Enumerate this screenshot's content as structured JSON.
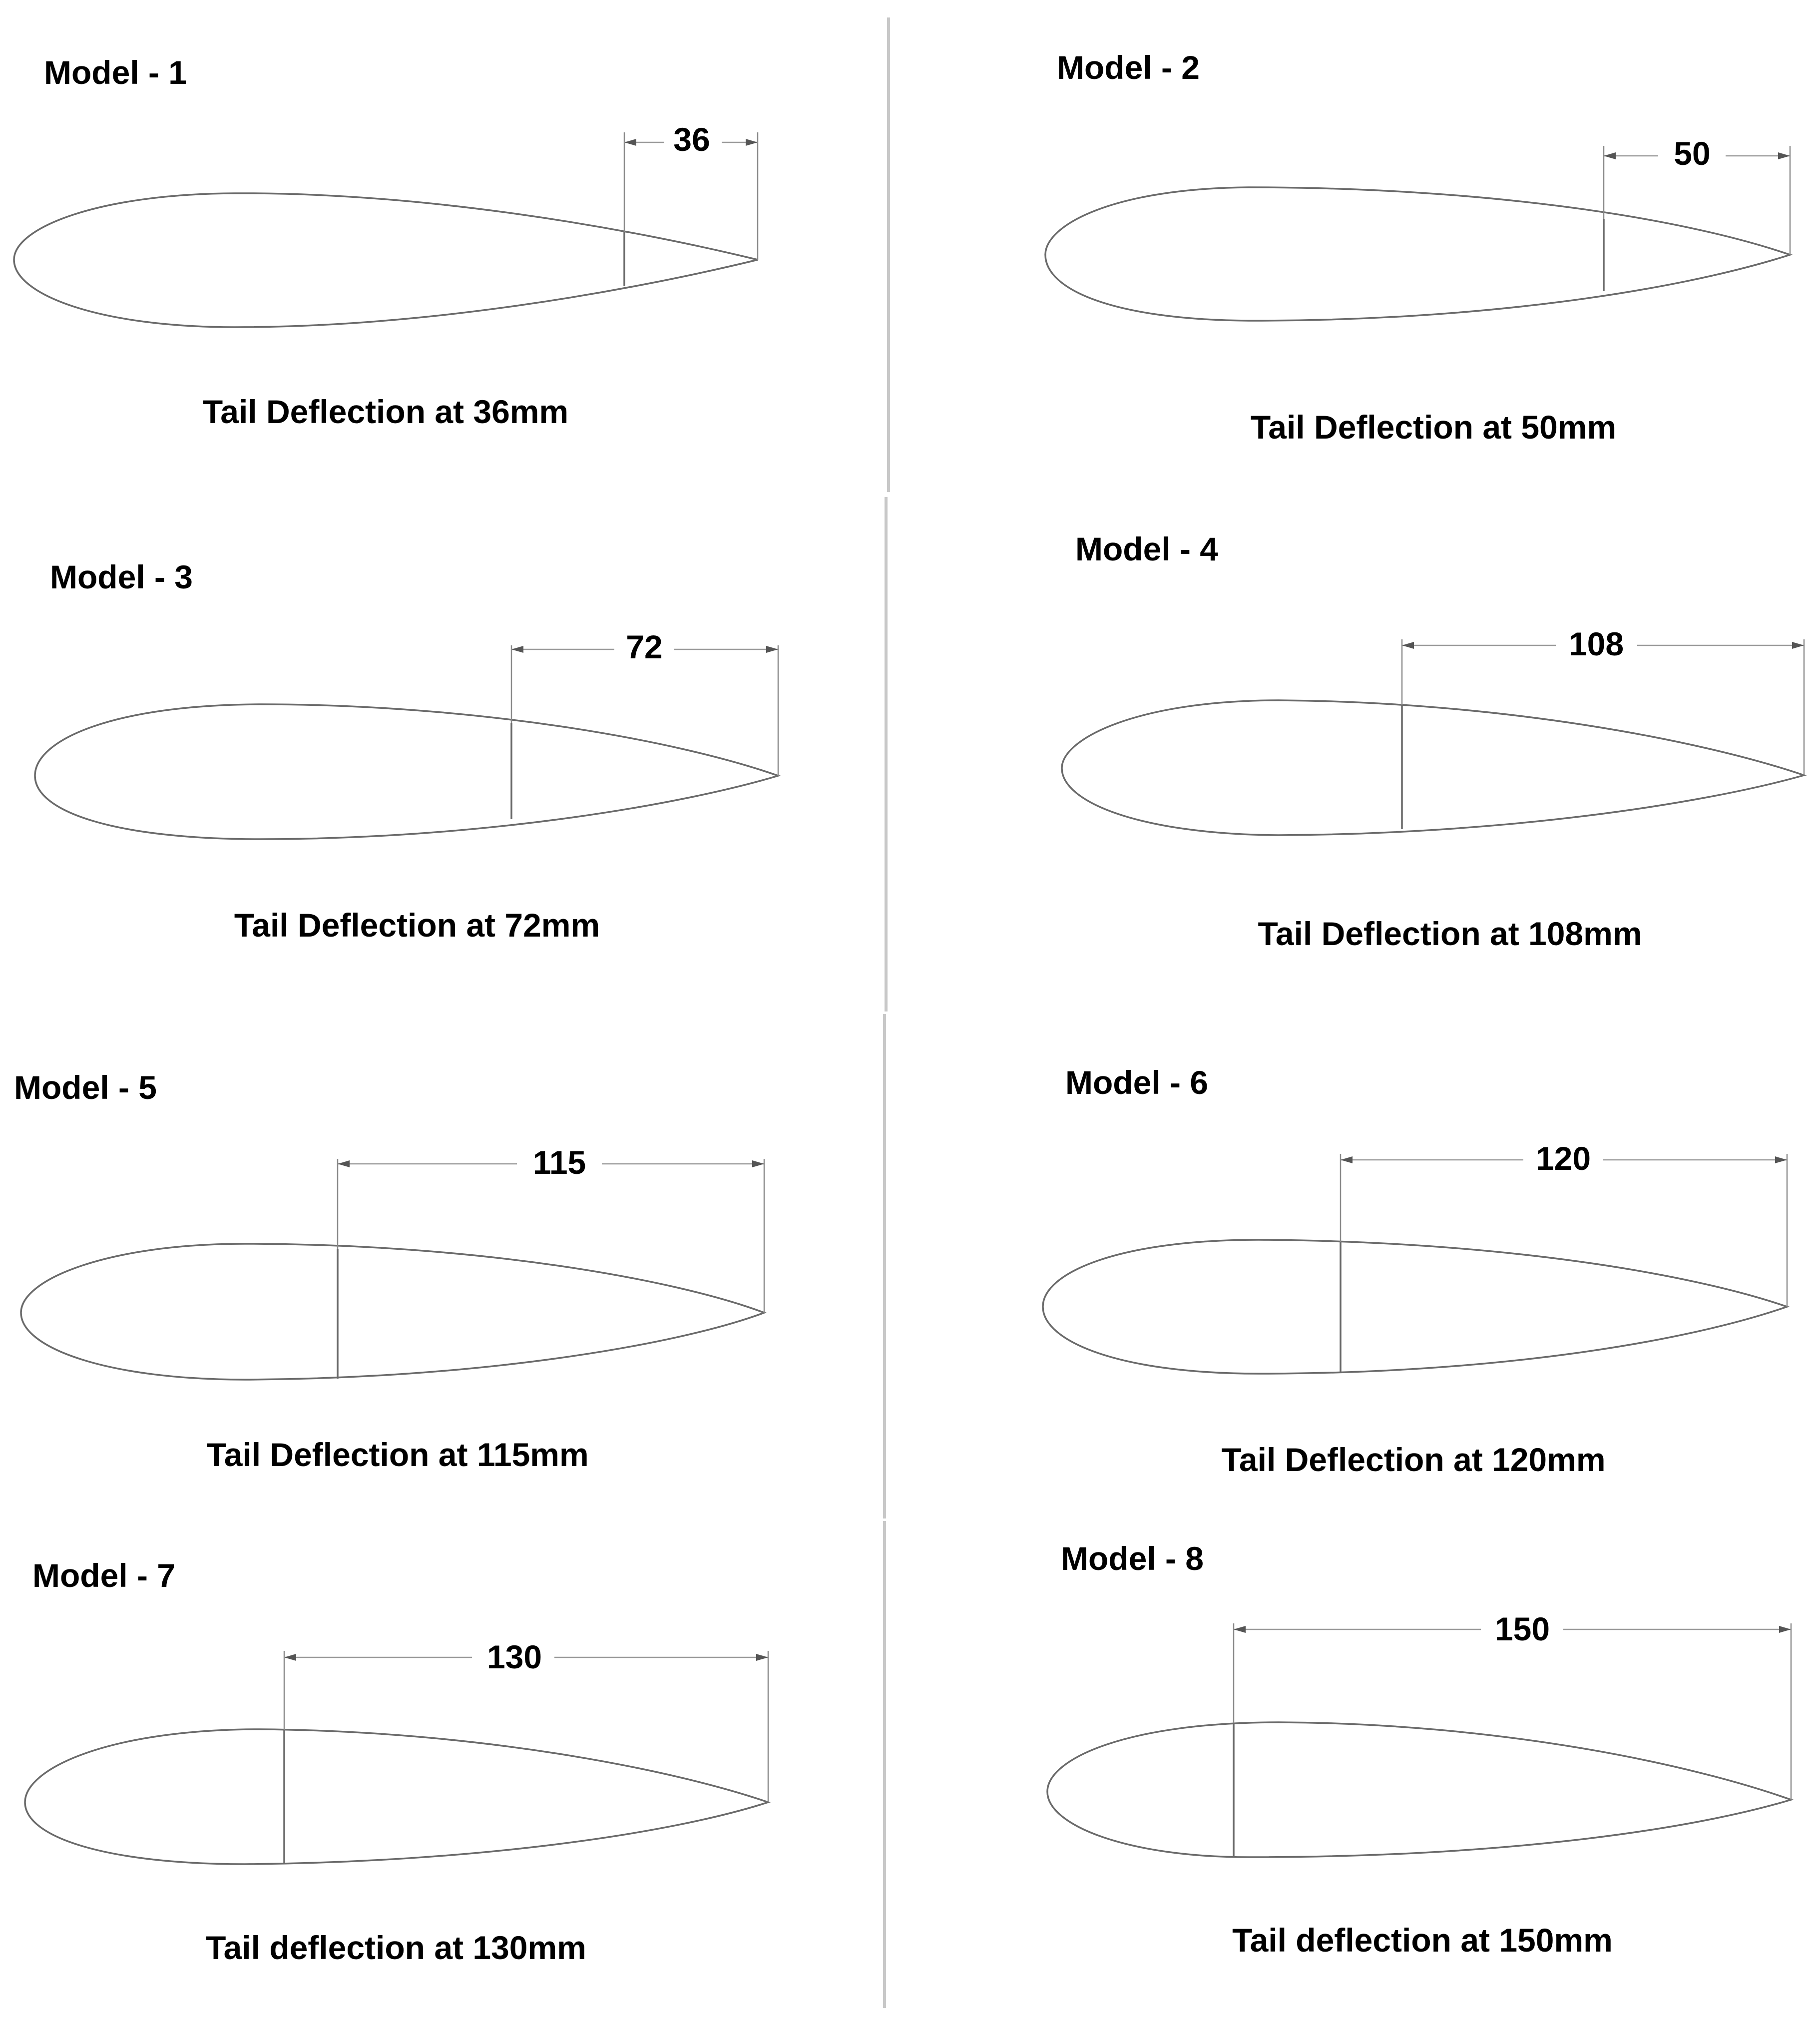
{
  "colors": {
    "background": "#ffffff",
    "outline": "#6a6a6a",
    "text": "#000000",
    "divider": "#c8c8c8"
  },
  "models": [
    {
      "title": "Model - 1",
      "dimension": "36",
      "caption": "Tail Deflection at 36mm",
      "deflection_mm": 36
    },
    {
      "title": "Model - 2",
      "dimension": "50",
      "caption": "Tail Deflection at 50mm",
      "deflection_mm": 50
    },
    {
      "title": "Model - 3",
      "dimension": "72",
      "caption": "Tail Deflection at 72mm",
      "deflection_mm": 72
    },
    {
      "title": "Model - 4",
      "dimension": "108",
      "caption": "Tail Deflection at 108mm",
      "deflection_mm": 108
    },
    {
      "title": "Model - 5",
      "dimension": "115",
      "caption": "Tail Deflection at 115mm",
      "deflection_mm": 115
    },
    {
      "title": "Model - 6",
      "dimension": "120",
      "caption": "Tail Deflection at 120mm",
      "deflection_mm": 120
    },
    {
      "title": "Model - 7",
      "dimension": "130",
      "caption": "Tail deflection at 130mm",
      "deflection_mm": 130
    },
    {
      "title": "Model - 8",
      "dimension": "150",
      "caption": "Tail deflection at 150mm",
      "deflection_mm": 150
    }
  ]
}
